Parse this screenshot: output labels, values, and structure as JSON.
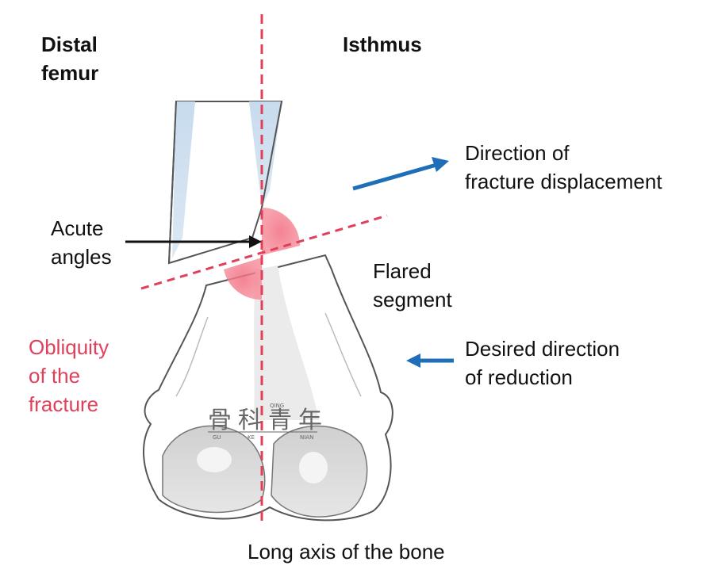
{
  "labels": {
    "distal_femur": [
      "Distal",
      "femur"
    ],
    "isthmus": "Isthmus",
    "fracture_displacement": [
      "Direction of",
      "fracture displacement"
    ],
    "acute_angles": [
      "Acute",
      "angles"
    ],
    "flared_segment": [
      "Flared",
      "segment"
    ],
    "obliquity": [
      "Obliquity",
      "of the",
      "fracture"
    ],
    "desired_reduction": [
      "Desired direction",
      "of reduction"
    ],
    "long_axis": "Long axis of the bone"
  },
  "watermark": {
    "chars": "骨科青年",
    "pinyin": [
      "GU",
      "KE",
      "QING",
      "NIAN"
    ]
  },
  "colors": {
    "axis_red": "#e0405a",
    "zone_pink": "#f07a8a",
    "arrow_blue": "#1e6fb8",
    "bone_outline": "#555555",
    "shaft_blue": "#c7dbee",
    "condyle_gray": "#d8d8d8",
    "text": "#111111"
  }
}
